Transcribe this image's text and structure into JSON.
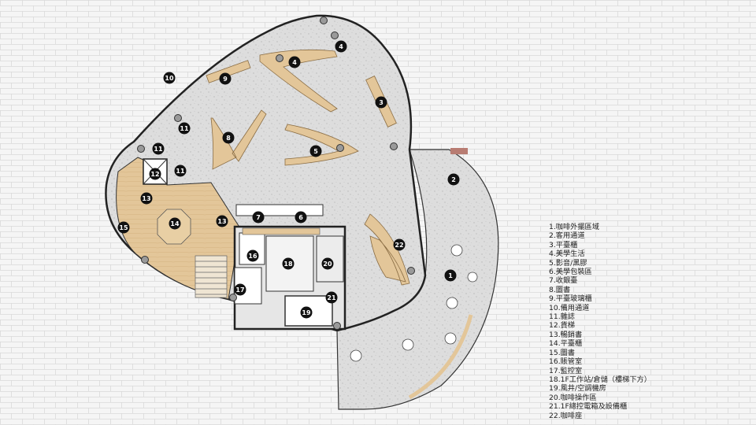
{
  "legend": [
    "1.咖啡外擺區域",
    "2.客用通道",
    "3.平臺櫃",
    "4.美學生活",
    "5.影音/黑膠",
    "6.美學包裝區",
    "7.收銀臺",
    "8.圖書",
    "9.平臺玻璃櫃",
    "10.備用通道",
    "11.雜誌",
    "12.貨梯",
    "13.暢銷書",
    "14.平臺櫃",
    "15.圖書",
    "16.賬管室",
    "17.監控室",
    "18.1F工作站/倉儲（樓梯下方）",
    "19.風井/空調機房",
    "20.咖啡操作區",
    "21.1F總控電箱及設備櫃",
    "22.咖啡座"
  ],
  "markers": {
    "m1": "1",
    "m2": "2",
    "m3": "3",
    "m4a": "4",
    "m4b": "4",
    "m5": "5",
    "m6": "6",
    "m7": "7",
    "m8": "8",
    "m9": "9",
    "m10": "10",
    "m11a": "11",
    "m11b": "11",
    "m11c": "11",
    "m12": "12",
    "m13a": "13",
    "m13b": "13",
    "m14": "14",
    "m15": "15",
    "m16": "16",
    "m17": "17",
    "m18": "18",
    "m19": "19",
    "m20": "20",
    "m21": "21",
    "m22": "22"
  },
  "colors": {
    "background": "#f5f5f5",
    "grid": "#d9d9d9",
    "floor": "#dcdcdc",
    "wood": "#e3c699",
    "wall": "#2a2a2a",
    "marker": "#111111",
    "accent": "#b87c72"
  }
}
